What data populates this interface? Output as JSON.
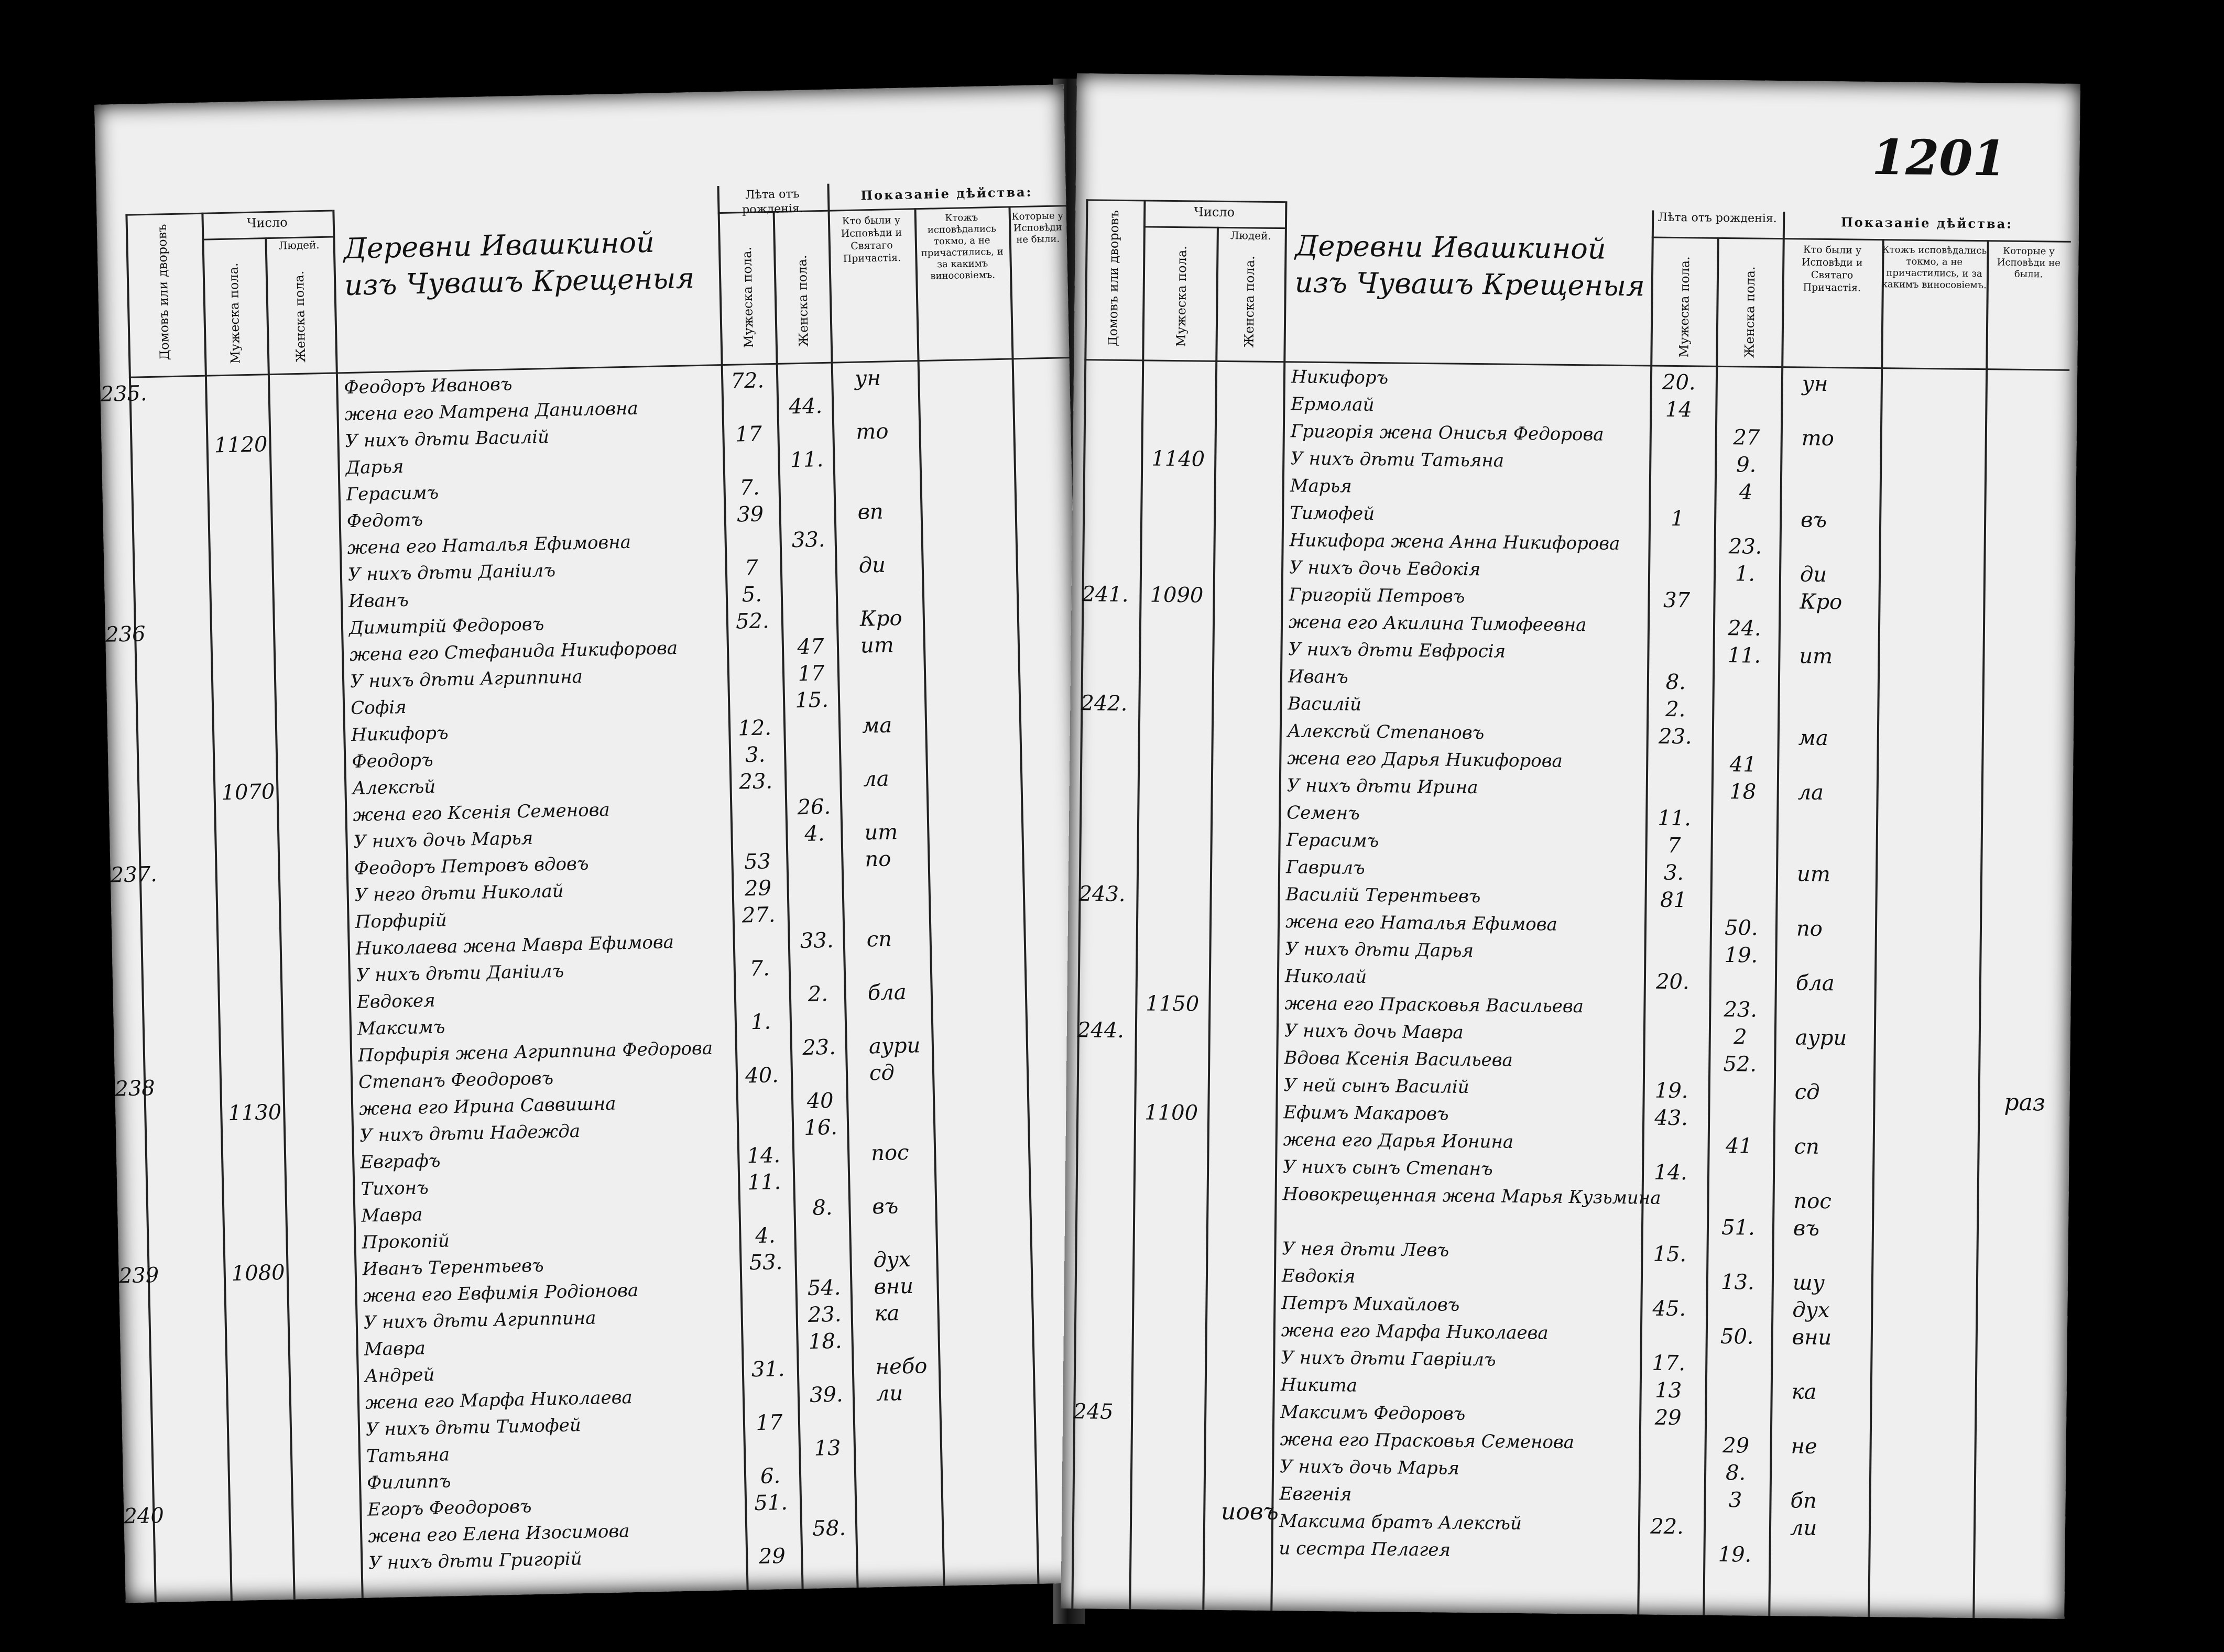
{
  "headers": {
    "chislo": "Число",
    "lyudey": "Людей.",
    "domov": "Домовъ или дворовъ",
    "muzh": "Мужеска пола.",
    "zhen": "Женска пола.",
    "leta": "Лѣта отъ рожденія.",
    "leta_m": "Мужеска пола.",
    "leta_f": "Женска пола.",
    "pokaz": "Показаніе дѣйства:",
    "kto": "Кто были у Исповѣди и Святаго Причастія.",
    "ktozh": "Ктожъ исповѣдались токмо, а не причастились, и за какимъ виносовіемъ.",
    "kotor": "Которые у Исповѣди не были."
  },
  "folio": "1201",
  "left": {
    "village": "Деревни Ивашкиной изъ Чувашъ Крещеныя",
    "rows": [
      {
        "house": "235.",
        "name": "Феодоръ Ивановъ",
        "m": "72.",
        "f": "",
        "note": "ун",
        "y": 0
      },
      {
        "house": "",
        "name": "жена его Матрена Даниловна",
        "m": "",
        "f": "44.",
        "note": "",
        "y": 1
      },
      {
        "house": "",
        "name": "У нихъ дѣти Василій",
        "m": "17",
        "f": "",
        "note": "то",
        "y": 2
      },
      {
        "house": "",
        "name": "Дарья",
        "m": "",
        "f": "11.",
        "note": "",
        "y": 3
      },
      {
        "house": "",
        "name": "Герасимъ",
        "m": "7.",
        "f": "",
        "note": "",
        "y": 4
      },
      {
        "house": "",
        "name": "Федотъ",
        "m": "39",
        "f": "",
        "note": "вп",
        "y": 5
      },
      {
        "house": "",
        "name": "жена его Наталья Ефимовна",
        "m": "",
        "f": "33.",
        "note": "",
        "y": 6
      },
      {
        "house": "",
        "name": "У нихъ дѣти Даніилъ",
        "m": "7",
        "f": "",
        "note": "ди",
        "y": 7
      },
      {
        "house": "",
        "name": "Иванъ",
        "m": "5.",
        "f": "",
        "note": "",
        "y": 8
      },
      {
        "house": "236",
        "name": "Димитрій Федоровъ",
        "m": "52.",
        "f": "",
        "note": "Кро",
        "y": 9
      },
      {
        "house": "",
        "name": "жена его Стефанида Никифорова",
        "m": "",
        "f": "47",
        "note": "ит",
        "y": 10
      },
      {
        "house": "",
        "name": "У нихъ дѣти Агриппина",
        "m": "",
        "f": "17",
        "note": "",
        "y": 11
      },
      {
        "house": "",
        "name": "Софія",
        "m": "",
        "f": "15.",
        "note": "",
        "y": 12
      },
      {
        "house": "",
        "name": "Никифоръ",
        "m": "12.",
        "f": "",
        "note": "ма",
        "y": 13
      },
      {
        "house": "",
        "name": "Феодоръ",
        "m": "3.",
        "f": "",
        "note": "",
        "y": 14
      },
      {
        "house": "",
        "name": "Алексѣй",
        "m": "23.",
        "f": "",
        "note": "ла",
        "y": 15
      },
      {
        "house": "",
        "name": "жена его Ксенія Семенова",
        "m": "",
        "f": "26.",
        "note": "",
        "y": 16
      },
      {
        "house": "",
        "name": "У нихъ дочь Марья",
        "m": "",
        "f": "4.",
        "note": "ит",
        "y": 17
      },
      {
        "house": "237.",
        "name": "Феодоръ Петровъ вдовъ",
        "m": "53",
        "f": "",
        "note": "по",
        "y": 18
      },
      {
        "house": "",
        "name": "У него дѣти Николай",
        "m": "29",
        "f": "",
        "note": "",
        "y": 19
      },
      {
        "house": "",
        "name": "Порфирій",
        "m": "27.",
        "f": "",
        "note": "",
        "y": 20
      },
      {
        "house": "",
        "name": "Николаева жена Мавра Ефимова",
        "m": "",
        "f": "33.",
        "note": "сп",
        "y": 21
      },
      {
        "house": "",
        "name": "У нихъ дѣти Даніилъ",
        "m": "7.",
        "f": "",
        "note": "",
        "y": 22
      },
      {
        "house": "",
        "name": "Евдокея",
        "m": "",
        "f": "2.",
        "note": "бла",
        "y": 23
      },
      {
        "house": "",
        "name": "Максимъ",
        "m": "1.",
        "f": "",
        "note": "",
        "y": 24
      },
      {
        "house": "",
        "name": "Порфирія жена Агриппина Федорова",
        "m": "",
        "f": "23.",
        "note": "аури",
        "y": 25
      },
      {
        "house": "238",
        "name": "Степанъ Феодоровъ",
        "m": "40.",
        "f": "",
        "note": "сд",
        "y": 26
      },
      {
        "house": "",
        "name": "жена его Ирина Саввишна",
        "m": "",
        "f": "40",
        "note": "",
        "y": 27
      },
      {
        "house": "",
        "name": "У нихъ дѣти Надежда",
        "m": "",
        "f": "16.",
        "note": "",
        "y": 28
      },
      {
        "house": "",
        "name": "Евграфъ",
        "m": "14.",
        "f": "",
        "note": "пос",
        "y": 29
      },
      {
        "house": "",
        "name": "Тихонъ",
        "m": "11.",
        "f": "",
        "note": "",
        "y": 30
      },
      {
        "house": "",
        "name": "Мавра",
        "m": "",
        "f": "8.",
        "note": "въ",
        "y": 31
      },
      {
        "house": "",
        "name": "Прокопій",
        "m": "4.",
        "f": "",
        "note": "",
        "y": 32
      },
      {
        "house": "239",
        "name": "Иванъ Терентьевъ",
        "m": "53.",
        "f": "",
        "note": "дух",
        "y": 33
      },
      {
        "house": "",
        "name": "жена его Евфимія Родіонова",
        "m": "",
        "f": "54.",
        "note": "вни",
        "y": 34
      },
      {
        "house": "",
        "name": "У нихъ дѣти Агриппина",
        "m": "",
        "f": "23.",
        "note": "ка",
        "y": 35
      },
      {
        "house": "",
        "name": "Мавра",
        "m": "",
        "f": "18.",
        "note": "",
        "y": 36
      },
      {
        "house": "",
        "name": "Андрей",
        "m": "31.",
        "f": "",
        "note": "небо",
        "y": 37
      },
      {
        "house": "",
        "name": "жена его Марфа Николаева",
        "m": "",
        "f": "39.",
        "note": "ли",
        "y": 38
      },
      {
        "house": "",
        "name": "У нихъ дѣти Тимофей",
        "m": "17",
        "f": "",
        "note": "",
        "y": 39
      },
      {
        "house": "",
        "name": "Татьяна",
        "m": "",
        "f": "13",
        "note": "",
        "y": 40
      },
      {
        "house": "",
        "name": "Филиппъ",
        "m": "6.",
        "f": "",
        "note": "",
        "y": 41
      },
      {
        "house": "240",
        "name": "Егоръ Феодоровъ",
        "m": "51.",
        "f": "",
        "note": "",
        "y": 42
      },
      {
        "house": "",
        "name": "жена его Елена Изосимова",
        "m": "",
        "f": "58.",
        "note": "",
        "y": 43
      },
      {
        "house": "",
        "name": "У нихъ дѣти Григорій",
        "m": "29",
        "f": "",
        "note": "",
        "y": 44
      }
    ],
    "totals": [
      {
        "label": "1120",
        "y": 2
      },
      {
        "label": "1070",
        "y": 15
      },
      {
        "label": "1130",
        "y": 27
      },
      {
        "label": "1080",
        "y": 33
      }
    ]
  },
  "right": {
    "village": "Деревни Ивашкиной изъ Чувашъ Крещеныя",
    "rows": [
      {
        "house": "",
        "name": "Никифоръ",
        "m": "20.",
        "f": "",
        "note": "ун",
        "y": 0
      },
      {
        "house": "",
        "name": "Ермолай",
        "m": "14",
        "f": "",
        "note": "",
        "y": 1
      },
      {
        "house": "",
        "name": "Григорія жена Онисья Федорова",
        "m": "",
        "f": "27",
        "note": "то",
        "y": 2
      },
      {
        "house": "",
        "name": "У нихъ дѣти Татьяна",
        "m": "",
        "f": "9.",
        "note": "",
        "y": 3
      },
      {
        "house": "",
        "name": "Марья",
        "m": "",
        "f": "4",
        "note": "",
        "y": 4
      },
      {
        "house": "",
        "name": "Тимофей",
        "m": "1",
        "f": "",
        "note": "въ",
        "y": 5
      },
      {
        "house": "",
        "name": "Никифора жена Анна Никифорова",
        "m": "",
        "f": "23.",
        "note": "",
        "y": 6
      },
      {
        "house": "",
        "name": "У нихъ дочь Евдокія",
        "m": "",
        "f": "1.",
        "note": "ди",
        "y": 7
      },
      {
        "house": "241.",
        "name": "Григорій Петровъ",
        "m": "37",
        "f": "",
        "note": "Кро",
        "y": 8
      },
      {
        "house": "",
        "name": "жена его Акилина Тимофеевна",
        "m": "",
        "f": "24.",
        "note": "",
        "y": 9
      },
      {
        "house": "",
        "name": "У нихъ дѣти Евфросія",
        "m": "",
        "f": "11.",
        "note": "ит",
        "y": 10
      },
      {
        "house": "",
        "name": "Иванъ",
        "m": "8.",
        "f": "",
        "note": "",
        "y": 11
      },
      {
        "house": "242.",
        "name": "Василій",
        "m": "2.",
        "f": "",
        "note": "",
        "y": 12
      },
      {
        "house": "",
        "name": "Алексѣй Степановъ",
        "m": "23.",
        "f": "",
        "note": "ма",
        "y": 13
      },
      {
        "house": "",
        "name": "жена его Дарья Никифорова",
        "m": "",
        "f": "41",
        "note": "",
        "y": 14
      },
      {
        "house": "",
        "name": "У нихъ дѣти Ирина",
        "m": "",
        "f": "18",
        "note": "ла",
        "y": 15
      },
      {
        "house": "",
        "name": "Семенъ",
        "m": "11.",
        "f": "",
        "note": "",
        "y": 16
      },
      {
        "house": "",
        "name": "Герасимъ",
        "m": "7",
        "f": "",
        "note": "",
        "y": 17
      },
      {
        "house": "",
        "name": "Гаврилъ",
        "m": "3.",
        "f": "",
        "note": "ит",
        "y": 18
      },
      {
        "house": "243.",
        "name": "Василій Терентьевъ",
        "m": "81",
        "f": "",
        "note": "",
        "y": 19
      },
      {
        "house": "",
        "name": "жена его Наталья Ефимова",
        "m": "",
        "f": "50.",
        "note": "по",
        "y": 20
      },
      {
        "house": "",
        "name": "У нихъ дѣти Дарья",
        "m": "",
        "f": "19.",
        "note": "",
        "y": 21
      },
      {
        "house": "",
        "name": "Николай",
        "m": "20.",
        "f": "",
        "note": "бла",
        "y": 22
      },
      {
        "house": "",
        "name": "жена его Прасковья Васильева",
        "m": "",
        "f": "23.",
        "note": "",
        "y": 23
      },
      {
        "house": "244.",
        "name": "У нихъ дочь Мавра",
        "m": "",
        "f": "2",
        "note": "аури",
        "y": 24
      },
      {
        "house": "",
        "name": "Вдова Ксенія Васильева",
        "m": "",
        "f": "52.",
        "note": "",
        "y": 25
      },
      {
        "house": "",
        "name": "У ней сынъ Василій",
        "m": "19.",
        "f": "",
        "note": "сд",
        "y": 26
      },
      {
        "house": "",
        "name": "Ефимъ Макаровъ",
        "m": "43.",
        "f": "",
        "note": "",
        "y": 27
      },
      {
        "house": "",
        "name": "жена его Дарья Ионина",
        "m": "",
        "f": "41",
        "note": "сп",
        "y": 28
      },
      {
        "house": "",
        "name": "У нихъ сынъ Степанъ",
        "m": "14.",
        "f": "",
        "note": "",
        "y": 29
      },
      {
        "house": "",
        "name": "Новокрещенная жена Марья Кузьмина",
        "m": "",
        "f": "",
        "note": "пос",
        "y": 30
      },
      {
        "house": "",
        "name": "",
        "m": "",
        "f": "51.",
        "note": "въ",
        "y": 31
      },
      {
        "house": "",
        "name": "У нея дѣти Левъ",
        "m": "15.",
        "f": "",
        "note": "",
        "y": 32
      },
      {
        "house": "",
        "name": "Евдокія",
        "m": "",
        "f": "13.",
        "note": "шу",
        "y": 33
      },
      {
        "house": "",
        "name": "Петръ Михайловъ",
        "m": "45.",
        "f": "",
        "note": "дух",
        "y": 34
      },
      {
        "house": "",
        "name": "жена его Марфа Николаева",
        "m": "",
        "f": "50.",
        "note": "вни",
        "y": 35
      },
      {
        "house": "",
        "name": "У нихъ дѣти Гавріилъ",
        "m": "17.",
        "f": "",
        "note": "",
        "y": 36
      },
      {
        "house": "",
        "name": "Никита",
        "m": "13",
        "f": "",
        "note": "ка",
        "y": 37
      },
      {
        "house": "245",
        "name": "Максимъ Федоровъ",
        "m": "29",
        "f": "",
        "note": "",
        "y": 38
      },
      {
        "house": "",
        "name": "жена его Прасковья Семенова",
        "m": "",
        "f": "29",
        "note": "не",
        "y": 39
      },
      {
        "house": "",
        "name": "У нихъ дочь Марья",
        "m": "",
        "f": "8.",
        "note": "",
        "y": 40
      },
      {
        "house": "",
        "name": "Евгенія",
        "m": "",
        "f": "3",
        "note": "бп",
        "y": 41
      },
      {
        "house": "",
        "name": "Максима братъ Алексѣй",
        "m": "22.",
        "f": "",
        "note": "ли",
        "y": 42
      },
      {
        "house": "",
        "name": "и сестра Пелагея",
        "m": "",
        "f": "19.",
        "note": "",
        "y": 43
      }
    ],
    "totals": [
      {
        "label": "1140",
        "y": 3
      },
      {
        "label": "1090",
        "y": 8
      },
      {
        "label": "1150",
        "y": 23
      },
      {
        "label": "1100",
        "y": 27
      }
    ],
    "margin_note": "раз"
  },
  "bottom_note": "иовъ"
}
